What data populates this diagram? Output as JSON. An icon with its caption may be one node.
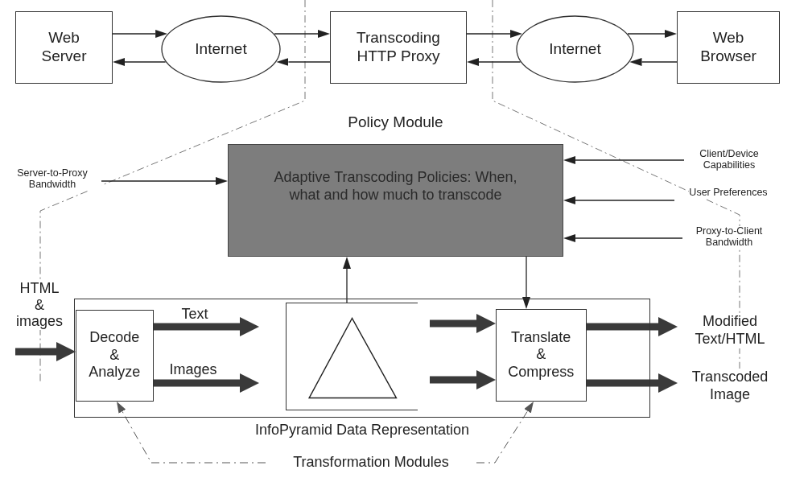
{
  "diagram": {
    "nodes": [
      {
        "text": [
          "Web Server"
        ]
      },
      {
        "text": [
          "Internet"
        ]
      },
      {
        "text": [
          "Transcoding HTTP Proxy"
        ]
      },
      {
        "text": [
          "Internet"
        ]
      },
      {
        "text": [
          "Web Browser"
        ]
      },
      {
        "text": [
          "Policy Module",
          "Adaptive Transcoding Policies: When, what and how much to transcode"
        ]
      },
      {
        "text": [
          "Server-to-Proxy Bandwidth"
        ]
      },
      {
        "text": [
          "Client/Device Capabilities"
        ]
      },
      {
        "text": [
          "User Preferences"
        ]
      },
      {
        "text": [
          "Proxy-to-Client Bandwidth"
        ]
      },
      {
        "text": [
          "InfoPyramid Data Representation"
        ]
      },
      {
        "text": [
          "Decode & Analyze"
        ],
        "in": 10
      },
      {
        "text": [],
        "shape": "triangle",
        "in": 10
      },
      {
        "text": [
          "Translate & Compress"
        ],
        "in": 10
      },
      {
        "text": [
          "Modified Text/HTML"
        ]
      },
      {
        "text": [
          "Transcoded Image"
        ]
      },
      {
        "text": [
          "Transformation Modules"
        ]
      }
    ],
    "edges": [
      {
        "from": 0,
        "to": 1,
        "arrow": "to"
      },
      {
        "from": 1,
        "to": 0,
        "arrow": "to"
      },
      {
        "from": 1,
        "to": 2,
        "arrow": "to"
      },
      {
        "from": 2,
        "to": 1,
        "arrow": "to"
      },
      {
        "from": 2,
        "to": 3,
        "arrow": "to"
      },
      {
        "from": 3,
        "to": 2,
        "arrow": "to"
      },
      {
        "from": 3,
        "to": 4,
        "arrow": "to"
      },
      {
        "from": 4,
        "to": 3,
        "arrow": "to"
      },
      {
        "from": 6,
        "to": 5,
        "arrow": "to"
      },
      {
        "from": 7,
        "to": 5,
        "arrow": "to"
      },
      {
        "from": 8,
        "to": 5,
        "arrow": "to"
      },
      {
        "from": 9,
        "to": 5,
        "arrow": "to"
      },
      {
        "from": 12,
        "to": 5,
        "arrow": "to"
      },
      {
        "from": 5,
        "to": 13,
        "arrow": "to"
      },
      {
        "from": null,
        "to": 11,
        "arrow": "to",
        "style": "thick",
        "label": "HTML & images"
      },
      {
        "from": 11,
        "to": null,
        "arrow": "to",
        "style": "thick",
        "label": "Text"
      },
      {
        "from": 11,
        "to": null,
        "arrow": "to",
        "style": "thick",
        "label": "Images"
      },
      {
        "from": null,
        "to": 13,
        "arrow": "to",
        "style": "thick"
      },
      {
        "from": null,
        "to": 13,
        "arrow": "to",
        "style": "thick"
      },
      {
        "from": 13,
        "to": 14,
        "arrow": "to",
        "style": "thick"
      },
      {
        "from": 13,
        "to": 15,
        "arrow": "to",
        "style": "thick"
      },
      {
        "from": 16,
        "to": 11,
        "arrow": "to",
        "style": "dashed"
      },
      {
        "from": 16,
        "to": 13,
        "arrow": "to",
        "style": "dashed"
      }
    ]
  }
}
